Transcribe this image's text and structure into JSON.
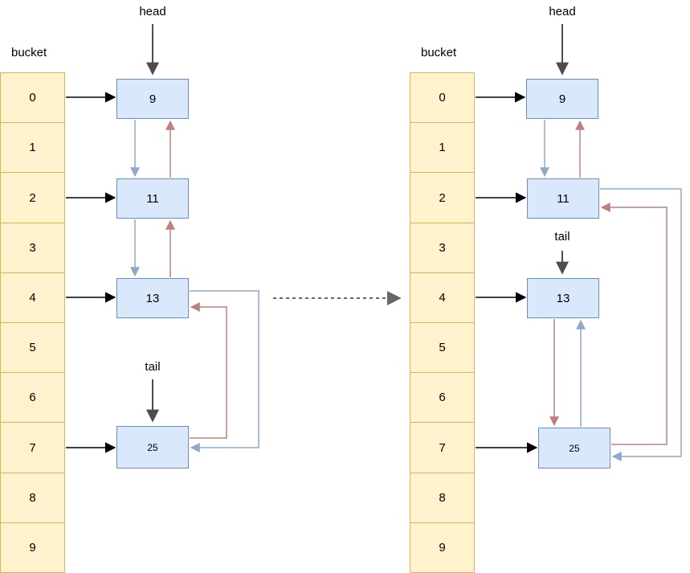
{
  "colors": {
    "bucket_fill": "#fff2cc",
    "bucket_border": "#d6b656",
    "node_fill": "#dae8fc",
    "node_border": "#6c8ebf",
    "next_arrow": "#8fa8cc",
    "prev_arrow": "#c1807d",
    "plain_arrow": "#000000",
    "pointer_arrow": "#4d4d4d",
    "transition_arrow": "#666666"
  },
  "left_diagram": {
    "bucket_label": "bucket",
    "head_label": "head",
    "tail_label": "tail",
    "bucket_cells": [
      "0",
      "1",
      "2",
      "3",
      "4",
      "5",
      "6",
      "7",
      "8",
      "9"
    ],
    "nodes": [
      {
        "value": "9"
      },
      {
        "value": "11"
      },
      {
        "value": "13"
      },
      {
        "value": "25"
      }
    ],
    "bucket_links": [
      {
        "from_cell": "0",
        "to_node": "9"
      },
      {
        "from_cell": "2",
        "to_node": "11"
      },
      {
        "from_cell": "4",
        "to_node": "13"
      },
      {
        "from_cell": "7",
        "to_node": "25"
      }
    ],
    "list_order": [
      "9",
      "11",
      "13",
      "25"
    ],
    "head_node": "9",
    "tail_node": "25"
  },
  "right_diagram": {
    "bucket_label": "bucket",
    "head_label": "head",
    "tail_label": "tail",
    "bucket_cells": [
      "0",
      "1",
      "2",
      "3",
      "4",
      "5",
      "6",
      "7",
      "8",
      "9"
    ],
    "nodes": [
      {
        "value": "9"
      },
      {
        "value": "11"
      },
      {
        "value": "13"
      },
      {
        "value": "25"
      }
    ],
    "bucket_links": [
      {
        "from_cell": "0",
        "to_node": "9"
      },
      {
        "from_cell": "2",
        "to_node": "11"
      },
      {
        "from_cell": "4",
        "to_node": "13"
      },
      {
        "from_cell": "7",
        "to_node": "25"
      }
    ],
    "list_order": [
      "9",
      "11",
      "25",
      "13"
    ],
    "head_node": "9",
    "tail_node": "13"
  },
  "transition": {
    "style": "dashed-arrow",
    "direction": "left-to-right"
  }
}
